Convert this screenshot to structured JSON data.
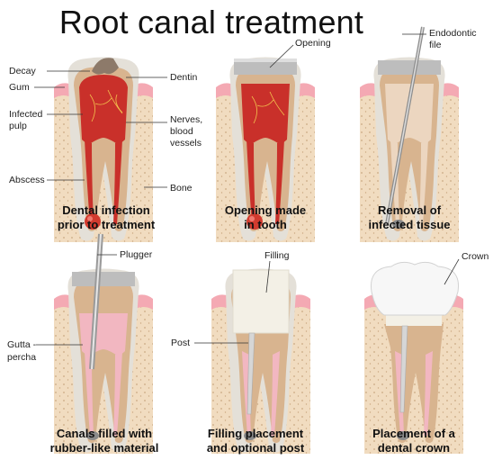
{
  "title": "Root canal treatment",
  "colors": {
    "bone": "#f1dcc0",
    "gum": "#f4a9b3",
    "enamel": "#ececec",
    "dentin": "#d8b48f",
    "infected_pulp": "#c9302a",
    "healthy_pulp": "#f2b7c1",
    "filling": "#f3f0e6",
    "instrument": "#bcbcbc"
  },
  "panels": [
    {
      "caption": [
        "Dental infection",
        "prior to treatment"
      ],
      "labels": [
        "Decay",
        "Gum",
        "Infected pulp",
        "Abscess",
        "Dentin",
        "Nerves, blood vessels",
        "Bone"
      ]
    },
    {
      "caption": [
        "Opening made",
        "in tooth"
      ],
      "labels": [
        "Opening"
      ]
    },
    {
      "caption": [
        "Removal of",
        "infected tissue"
      ],
      "labels": [
        "Endodontic file"
      ]
    },
    {
      "caption": [
        "Canals filled with",
        "rubber-like material"
      ],
      "labels": [
        "Plugger",
        "Gutta - percha"
      ]
    },
    {
      "caption": [
        "Filling placement",
        "and optional post"
      ],
      "labels": [
        "Filling",
        "Post"
      ]
    },
    {
      "caption": [
        "Placement of a",
        "dental crown"
      ],
      "labels": [
        "Crown"
      ]
    }
  ],
  "text": {
    "decay": "Decay",
    "gum": "Gum",
    "infected_1": "Infected",
    "infected_2": "pulp",
    "abscess": "Abscess",
    "dentin": "Dentin",
    "nerves_1": "Nerves,",
    "nerves_2": "blood",
    "nerves_3": "vessels",
    "bone": "Bone",
    "opening": "Opening",
    "file_1": "Endodontic",
    "file_2": "file",
    "plugger": "Plugger",
    "gutta_1": "Gutta -",
    "gutta_2": "percha",
    "filling": "Filling",
    "post": "Post",
    "crown": "Crown"
  }
}
